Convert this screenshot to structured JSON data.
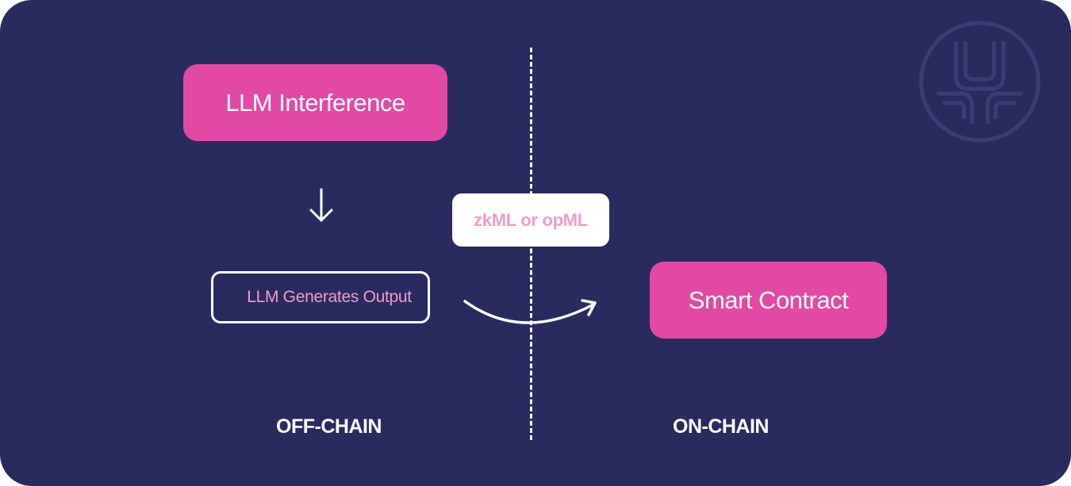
{
  "colors": {
    "background": "#292b5f",
    "accent": "#e249a5",
    "accent_text": "#f59ac9",
    "white": "#ffffff"
  },
  "diagram": {
    "nodes": {
      "llm_inference": "LLM Interference",
      "llm_output": "LLM Generates Output",
      "smart_contract": "Smart Contract"
    },
    "verification_badge": "zkML or opML",
    "sections": {
      "off_chain": "OFF-CHAIN",
      "on_chain": "ON-CHAIN"
    },
    "edges": [
      {
        "from": "LLM Interference",
        "to": "LLM Generates Output"
      },
      {
        "from": "LLM Generates Output",
        "to": "Smart Contract"
      }
    ],
    "icons": {
      "watermark": "logo-watermark-icon",
      "flow_down": "arrow-down-icon",
      "flow_curve": "curved-arrow-icon"
    }
  }
}
